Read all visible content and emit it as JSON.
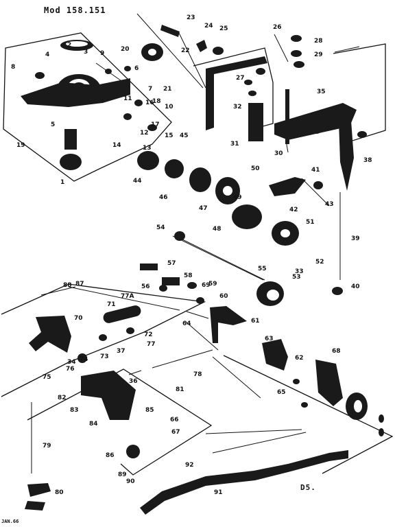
{
  "header": {
    "model": "Mod 158.151"
  },
  "footer": {
    "code": "D5.",
    "stamp": "JAN.66"
  },
  "callouts": [
    {
      "id": "c1",
      "text": "1"
    },
    {
      "id": "c2",
      "text": "2"
    },
    {
      "id": "c3",
      "text": "3"
    },
    {
      "id": "c4",
      "text": "4"
    },
    {
      "id": "c5",
      "text": "5"
    },
    {
      "id": "c6",
      "text": "6"
    },
    {
      "id": "c7",
      "text": "7"
    },
    {
      "id": "c8",
      "text": "8"
    },
    {
      "id": "c9",
      "text": "9"
    },
    {
      "id": "c10",
      "text": "10"
    },
    {
      "id": "c11",
      "text": "11"
    },
    {
      "id": "c12",
      "text": "12"
    },
    {
      "id": "c13",
      "text": "13"
    },
    {
      "id": "c14",
      "text": "14"
    },
    {
      "id": "c15",
      "text": "15"
    },
    {
      "id": "c16",
      "text": "16"
    },
    {
      "id": "c17",
      "text": "17"
    },
    {
      "id": "c18",
      "text": "18"
    },
    {
      "id": "c19",
      "text": "19"
    },
    {
      "id": "c20",
      "text": "20"
    },
    {
      "id": "c21",
      "text": "21"
    },
    {
      "id": "c22",
      "text": "22"
    },
    {
      "id": "c23",
      "text": "23"
    },
    {
      "id": "c24",
      "text": "24"
    },
    {
      "id": "c25",
      "text": "25"
    },
    {
      "id": "c26",
      "text": "26"
    },
    {
      "id": "c27",
      "text": "27"
    },
    {
      "id": "c28",
      "text": "28"
    },
    {
      "id": "c29",
      "text": "29"
    },
    {
      "id": "c30",
      "text": "30"
    },
    {
      "id": "c31",
      "text": "31"
    },
    {
      "id": "c32",
      "text": "32"
    },
    {
      "id": "c33",
      "text": "33"
    },
    {
      "id": "c34",
      "text": "34"
    },
    {
      "id": "c35",
      "text": "35"
    },
    {
      "id": "c36",
      "text": "36"
    },
    {
      "id": "c37",
      "text": "37"
    },
    {
      "id": "c38",
      "text": "38"
    },
    {
      "id": "c39",
      "text": "39"
    },
    {
      "id": "c40",
      "text": "40"
    },
    {
      "id": "c41",
      "text": "41"
    },
    {
      "id": "c42",
      "text": "42"
    },
    {
      "id": "c43",
      "text": "43"
    },
    {
      "id": "c44",
      "text": "44"
    },
    {
      "id": "c45",
      "text": "45"
    },
    {
      "id": "c46",
      "text": "46"
    },
    {
      "id": "c47",
      "text": "47"
    },
    {
      "id": "c48",
      "text": "48"
    },
    {
      "id": "c49",
      "text": "49"
    },
    {
      "id": "c50",
      "text": "50"
    },
    {
      "id": "c51",
      "text": "51"
    },
    {
      "id": "c52",
      "text": "52"
    },
    {
      "id": "c53",
      "text": "53"
    },
    {
      "id": "c54",
      "text": "54"
    },
    {
      "id": "c55",
      "text": "55"
    },
    {
      "id": "c56",
      "text": "56"
    },
    {
      "id": "c57",
      "text": "57"
    },
    {
      "id": "c58",
      "text": "58"
    },
    {
      "id": "c59",
      "text": "59"
    },
    {
      "id": "c60",
      "text": "60"
    },
    {
      "id": "c61",
      "text": "61"
    },
    {
      "id": "c62",
      "text": "62"
    },
    {
      "id": "c63",
      "text": "63"
    },
    {
      "id": "c64",
      "text": "64"
    },
    {
      "id": "c65",
      "text": "65"
    },
    {
      "id": "c66",
      "text": "66"
    },
    {
      "id": "c67",
      "text": "67"
    },
    {
      "id": "c68",
      "text": "68"
    },
    {
      "id": "c69",
      "text": "69"
    },
    {
      "id": "c70",
      "text": "70"
    },
    {
      "id": "c71",
      "text": "71"
    },
    {
      "id": "c72",
      "text": "72"
    },
    {
      "id": "c73",
      "text": "73"
    },
    {
      "id": "c74",
      "text": "74"
    },
    {
      "id": "c75",
      "text": "75"
    },
    {
      "id": "c76",
      "text": "76"
    },
    {
      "id": "c77",
      "text": "77"
    },
    {
      "id": "c77a",
      "text": "77A"
    },
    {
      "id": "c78",
      "text": "78"
    },
    {
      "id": "c79",
      "text": "79"
    },
    {
      "id": "c80",
      "text": "80"
    },
    {
      "id": "c81",
      "text": "81"
    },
    {
      "id": "c82",
      "text": "82"
    },
    {
      "id": "c83",
      "text": "83"
    },
    {
      "id": "c84",
      "text": "84"
    },
    {
      "id": "c85",
      "text": "85"
    },
    {
      "id": "c86",
      "text": "86"
    },
    {
      "id": "c87",
      "text": "87"
    },
    {
      "id": "c88",
      "text": "88"
    },
    {
      "id": "c89",
      "text": "89"
    },
    {
      "id": "c90",
      "text": "90"
    },
    {
      "id": "c91",
      "text": "91"
    },
    {
      "id": "c92",
      "text": "92"
    }
  ]
}
